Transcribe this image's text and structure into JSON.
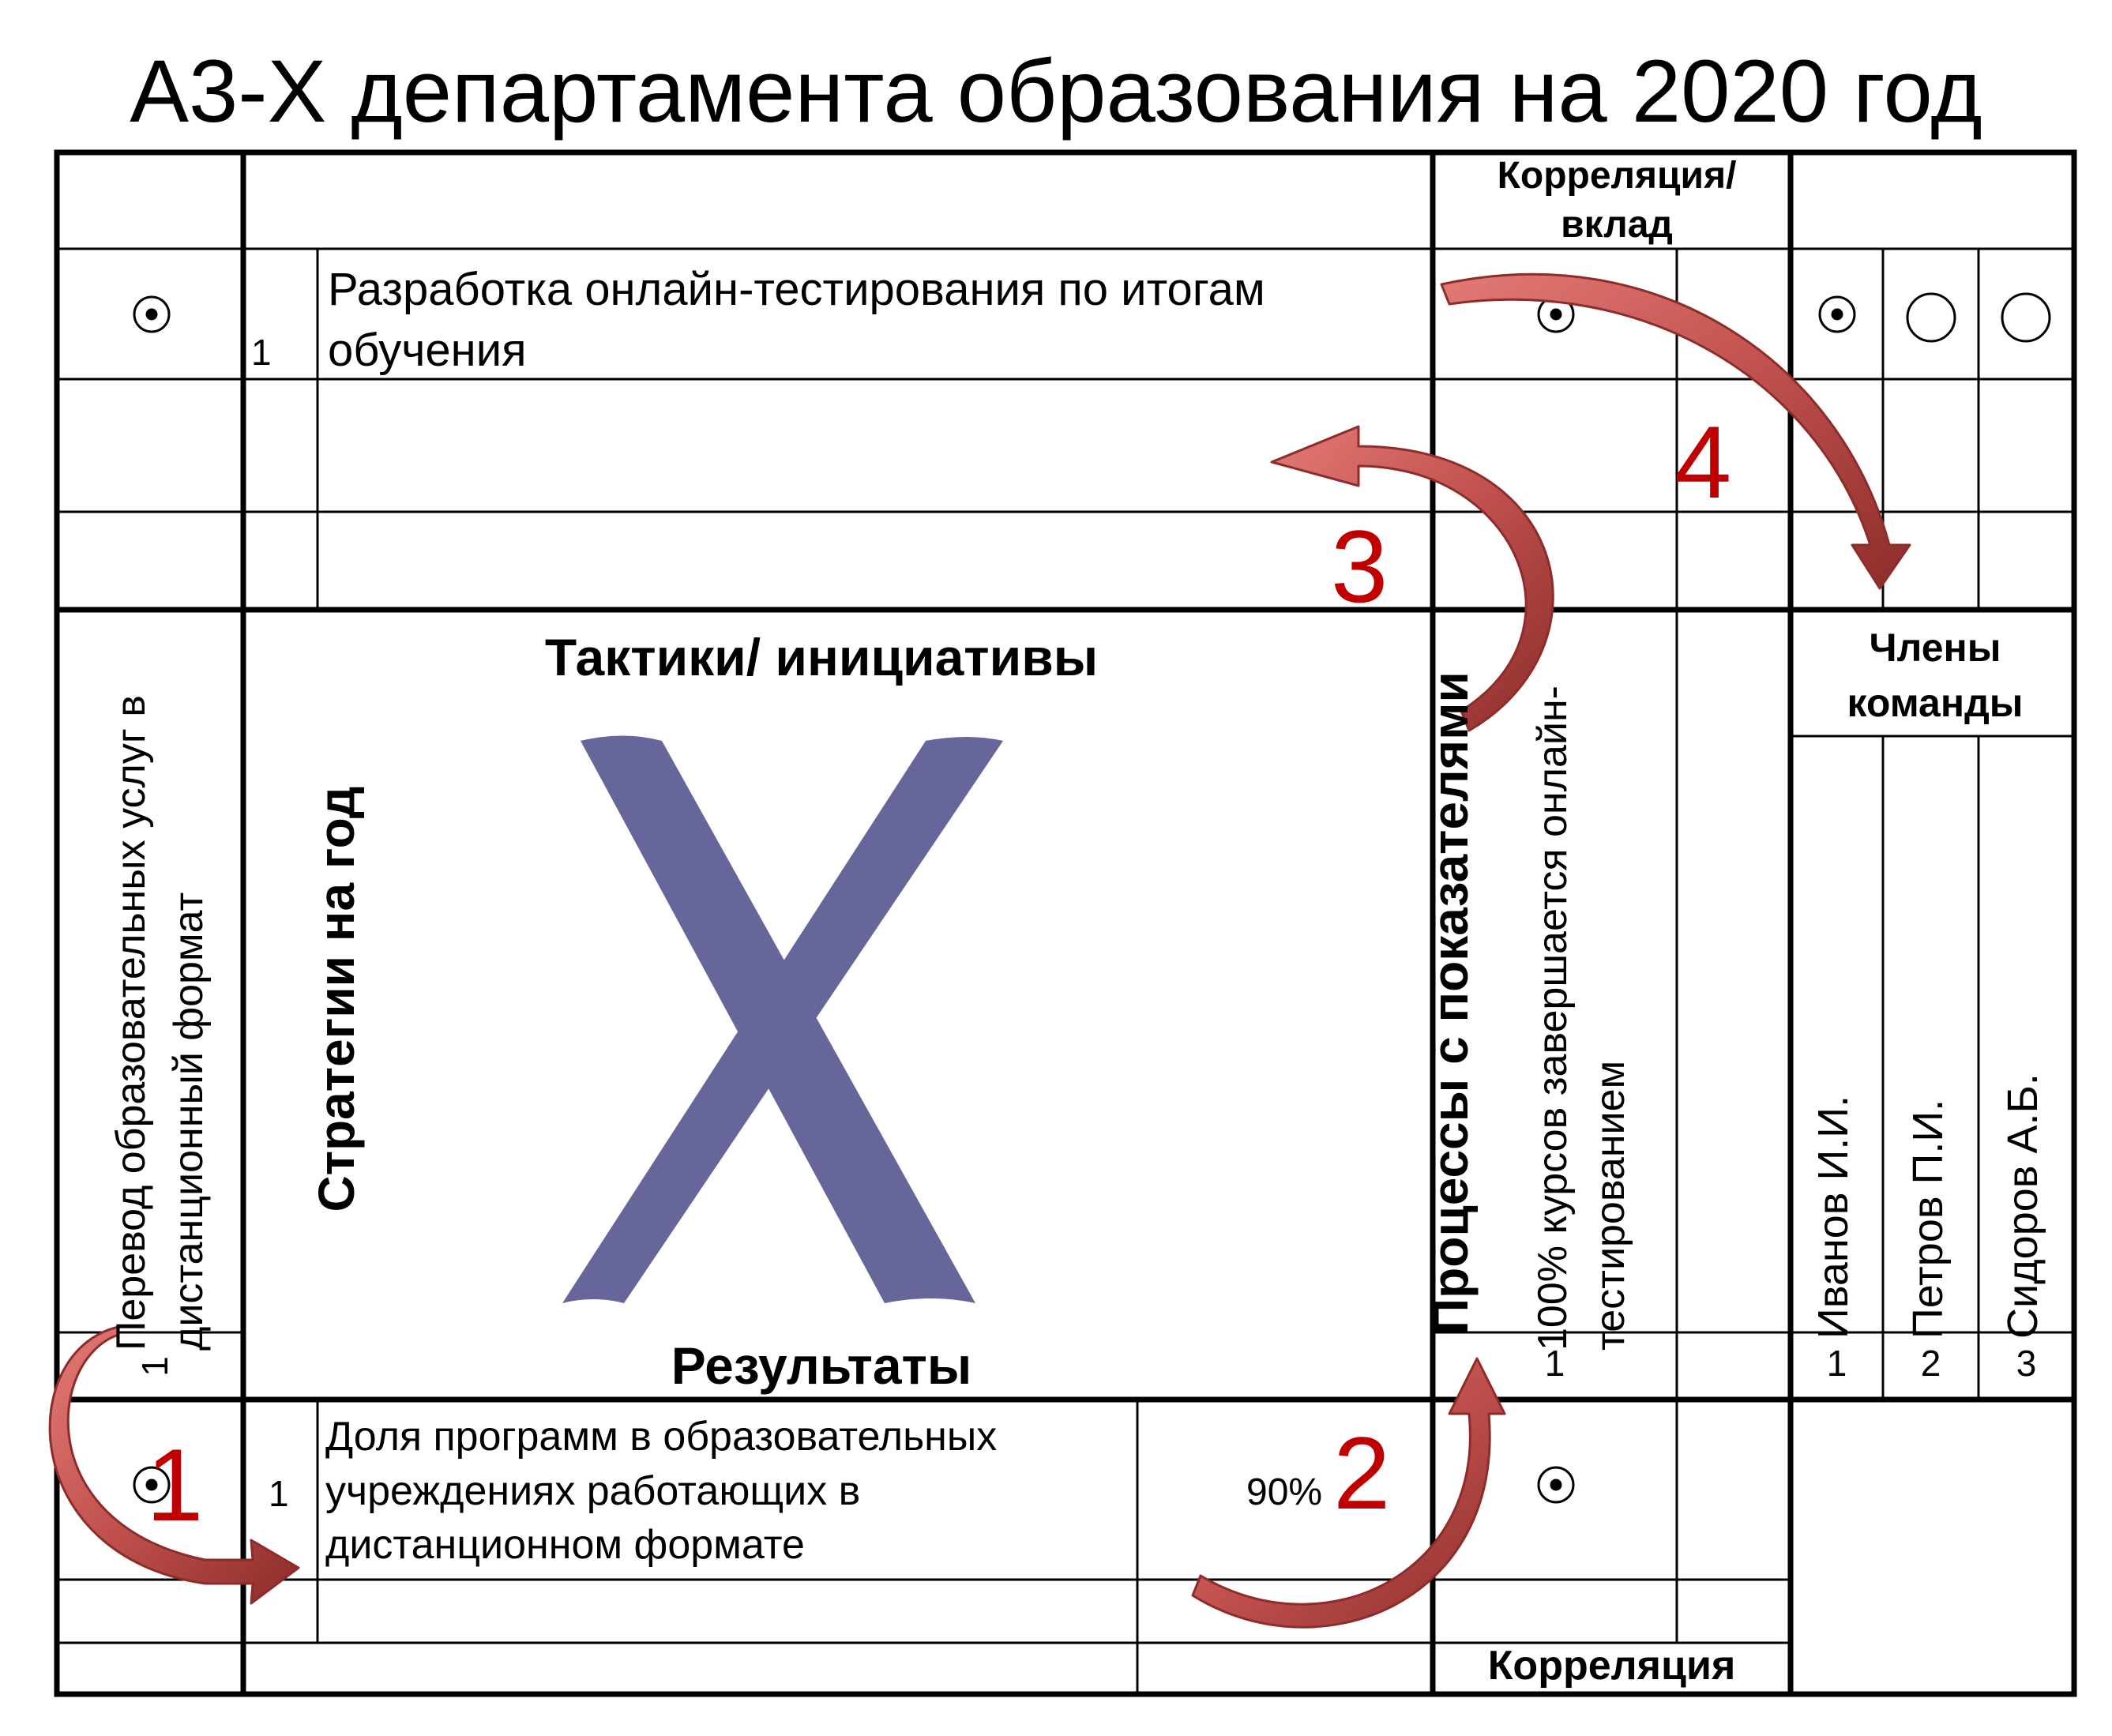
{
  "title": "А3-Х департамента образования на 2020 год",
  "headers": {
    "correlation_contribution": "Корреляция/ вклад",
    "tactics": "Тактики/ инициативы",
    "results": "Результаты",
    "strategies": "Стратегии на год",
    "processes": "Процессы с показателями",
    "team_members": "Члены команды",
    "correlation": "Корреляция"
  },
  "center_mark": "X",
  "goal": {
    "text": "Перевод образовательных услуг в дистанционный формат",
    "number": "1"
  },
  "initiative": {
    "number": "1",
    "text": "Разработка онлайн-тестирования по итогам обучения"
  },
  "process_metric": {
    "text": "100% курсов завершается онлайн-тестированием",
    "number": "1"
  },
  "result": {
    "number": "1",
    "text": "Доля программ в образовательных учреждениях работающих в дистанционном формате",
    "value": "90%"
  },
  "team": [
    {
      "name": "Иванов И.И.",
      "number": "1",
      "mark": "strong"
    },
    {
      "name": "Петров П.И.",
      "number": "2",
      "mark": "weak"
    },
    {
      "name": "Сидоров А.Б.",
      "number": "3",
      "mark": "weak"
    }
  ],
  "step_badges": [
    "1",
    "2",
    "3",
    "4"
  ],
  "colors": {
    "grid": "#000000",
    "x_mark": "#67669a",
    "arrow_fill": "#c0504d",
    "arrow_stroke": "#8c2d2b",
    "badge": "#c00000"
  },
  "icons": {
    "strong_correlation": "dot-in-circle-icon",
    "weak_correlation": "empty-circle-icon"
  }
}
